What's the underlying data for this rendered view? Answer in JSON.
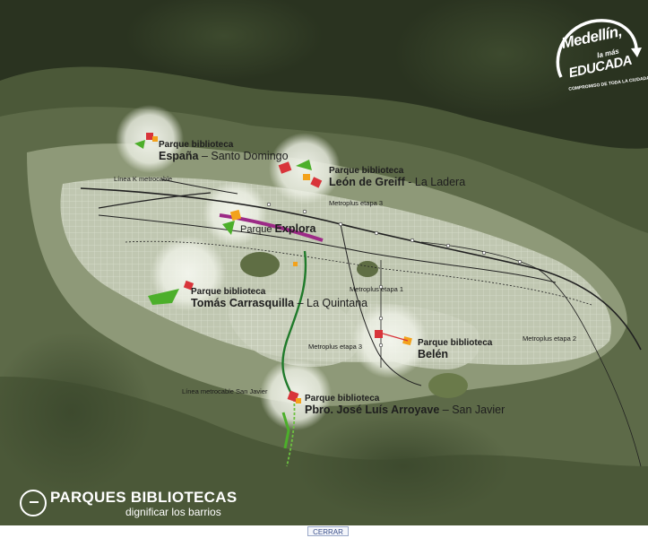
{
  "title": {
    "main": "PARQUES BIBLIOTECAS",
    "subtitle": "dignificar los barrios"
  },
  "logo": {
    "line1": "Medellín,",
    "line2": "la más",
    "line3": "EDUCADA",
    "tagline": "COMPROMISO DE TODA LA CIUDADANÍA"
  },
  "libraries": [
    {
      "type": "Parque biblioteca",
      "name": "España",
      "separator": "–",
      "neighborhood": "Santo Domingo"
    },
    {
      "type": "Parque biblioteca",
      "name": "León de Greiff",
      "separator": "-",
      "neighborhood": "La Ladera"
    },
    {
      "type": "Parque biblioteca",
      "name": "Tomás Carrasquilla",
      "separator": "–",
      "neighborhood": "La Quintana"
    },
    {
      "type": "Parque biblioteca",
      "name": "Belén",
      "separator": "",
      "neighborhood": ""
    },
    {
      "type": "Parque biblioteca",
      "name": "Pbro. José Luís Arroyave",
      "separator": "–",
      "neighborhood": "San Javier"
    }
  ],
  "explora": {
    "prefix": "Parque",
    "name": "Explora"
  },
  "transit_lines": {
    "metrocable_k": "Línea K metrocable",
    "metroplus_3_top": "Metroplus etapa 3",
    "metroplus_1": "Metroplus etapa 1",
    "metroplus_2": "Metroplus etapa 2",
    "metroplus_3_bottom": "Metroplus etapa 3",
    "metrocable_san_javier": "Línea  metrocable San Javier"
  },
  "controls": {
    "close": "CERRAR"
  },
  "colors": {
    "terrain_dark": "#2a3320",
    "terrain_mid": "#5d6a48",
    "terrain_light": "#8e9978",
    "urban": "#c9cfbb",
    "park_green": "#4caf2a",
    "library_red": "#d8343a",
    "library_orange": "#f3a21b",
    "explora_magenta": "#9c2a86",
    "metroplus_green": "#1f7a2a",
    "metro_line": "#202020"
  }
}
